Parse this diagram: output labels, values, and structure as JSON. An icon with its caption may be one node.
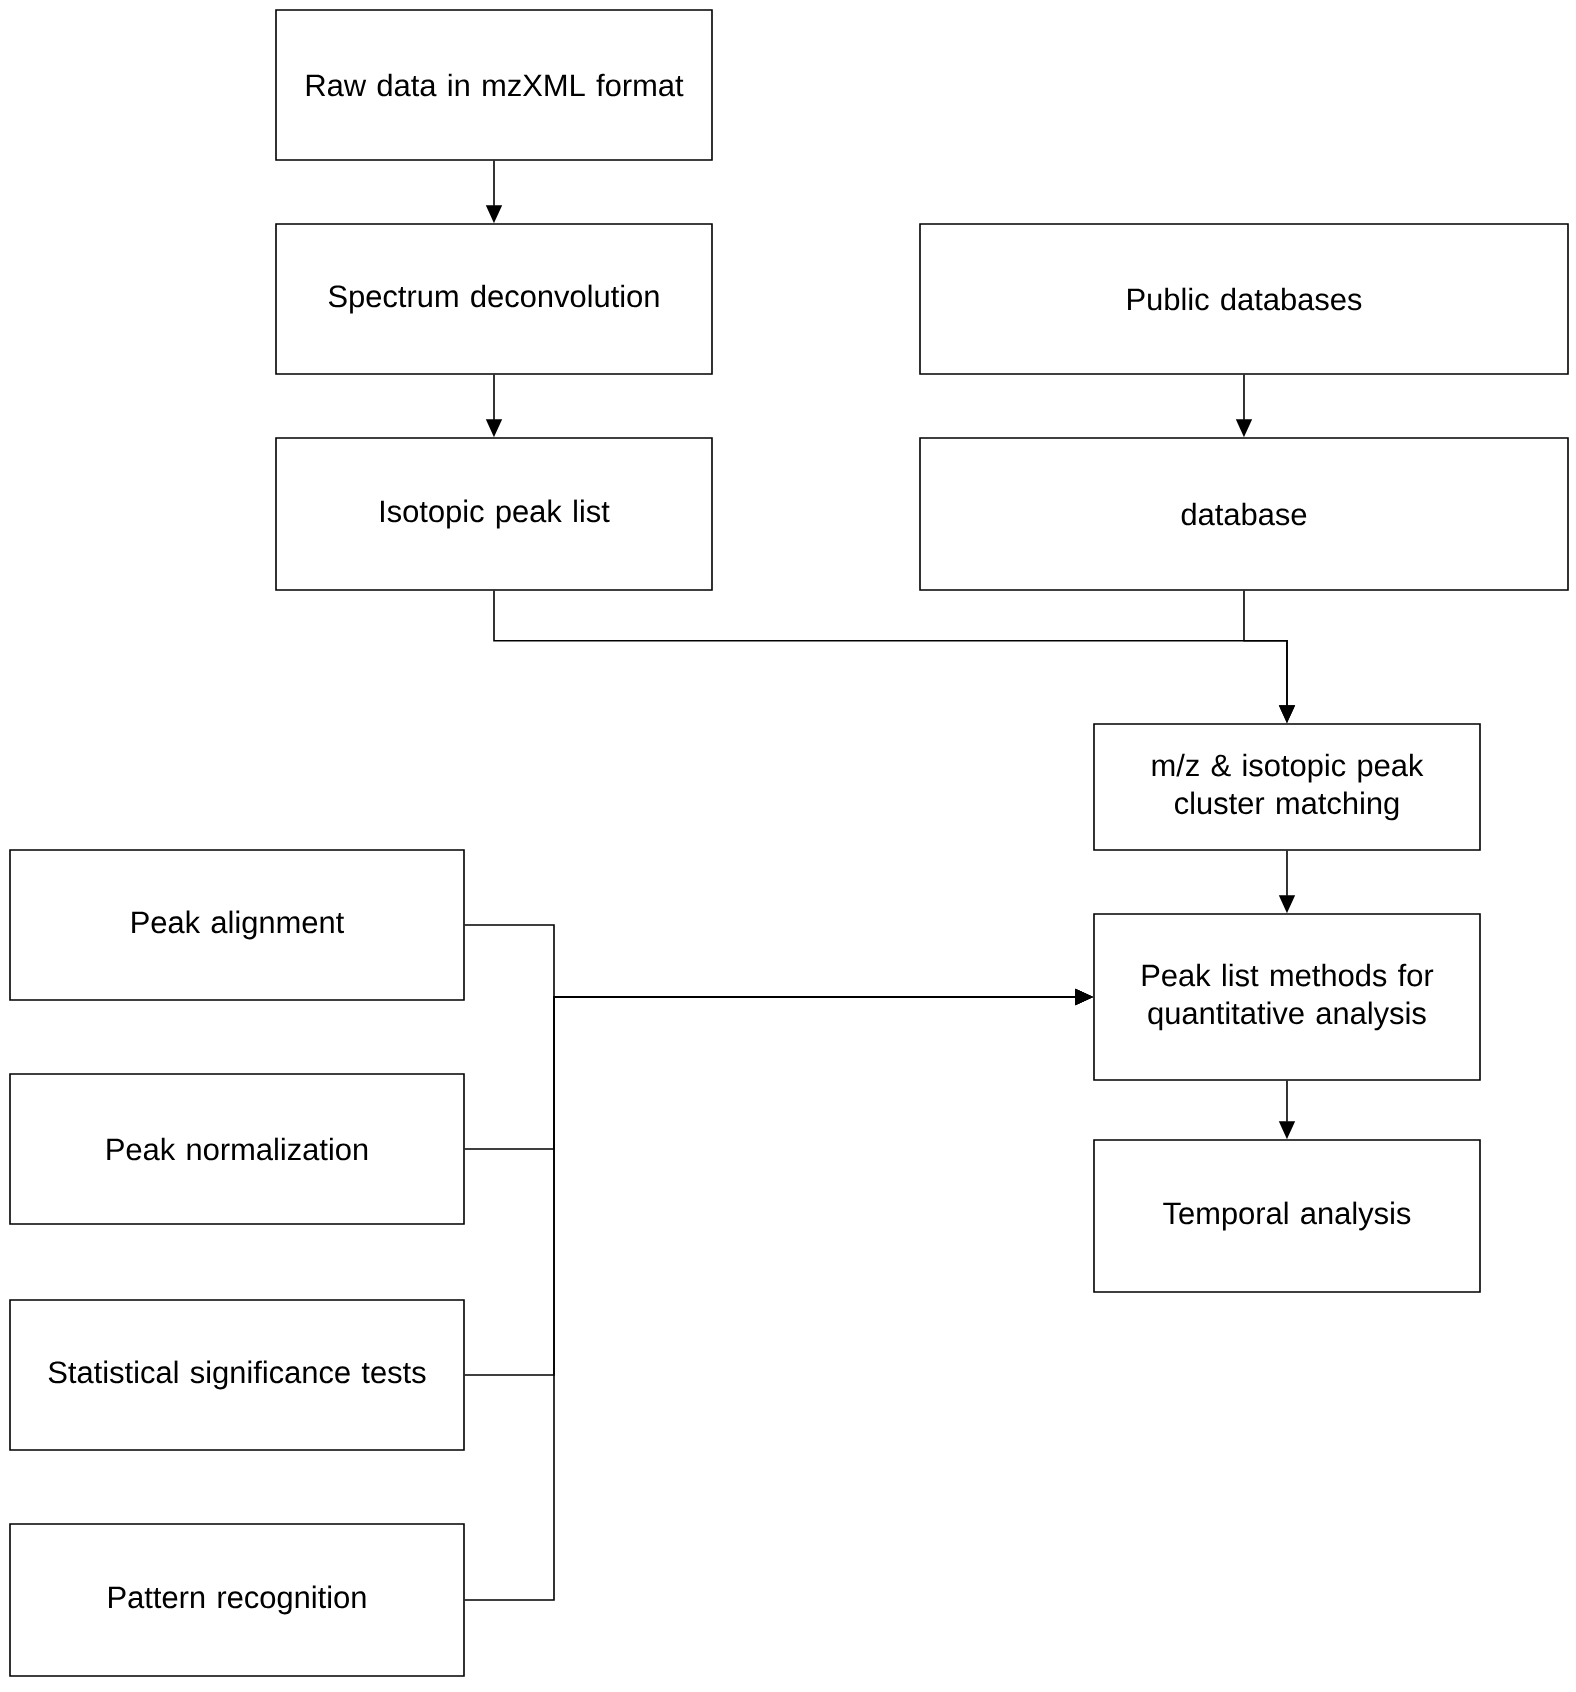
{
  "diagram": {
    "nodes": [
      {
        "text": [
          "Raw data in mzXML format"
        ]
      },
      {
        "text": [
          "Spectrum deconvolution"
        ]
      },
      {
        "text": [
          "Public databases"
        ]
      },
      {
        "text": [
          "Isotopic peak list"
        ]
      },
      {
        "text": [
          "database"
        ]
      },
      {
        "text": [
          "m/z & isotopic peak cluster matching"
        ]
      },
      {
        "text": [
          "Peak alignment"
        ]
      },
      {
        "text": [
          "Peak normalization"
        ]
      },
      {
        "text": [
          "Statistical significance tests"
        ]
      },
      {
        "text": [
          "Pattern recognition"
        ]
      },
      {
        "text": [
          "Peak list methods for quantitative analysis"
        ]
      },
      {
        "text": [
          "Temporal analysis"
        ]
      }
    ],
    "edges": [
      {
        "from": 0,
        "to": 1,
        "arrow": "to"
      },
      {
        "from": 1,
        "to": 3,
        "arrow": "to"
      },
      {
        "from": 2,
        "to": 4,
        "arrow": "to"
      },
      {
        "from": 3,
        "to": 5,
        "arrow": "to"
      },
      {
        "from": 4,
        "to": 5,
        "arrow": "to"
      },
      {
        "from": 5,
        "to": 10,
        "arrow": "to"
      },
      {
        "from": 6,
        "to": 10,
        "arrow": "to"
      },
      {
        "from": 7,
        "to": 10,
        "arrow": "to"
      },
      {
        "from": 8,
        "to": 10,
        "arrow": "to"
      },
      {
        "from": 9,
        "to": 10,
        "arrow": "to"
      },
      {
        "from": 10,
        "to": 11,
        "arrow": "to"
      }
    ]
  }
}
